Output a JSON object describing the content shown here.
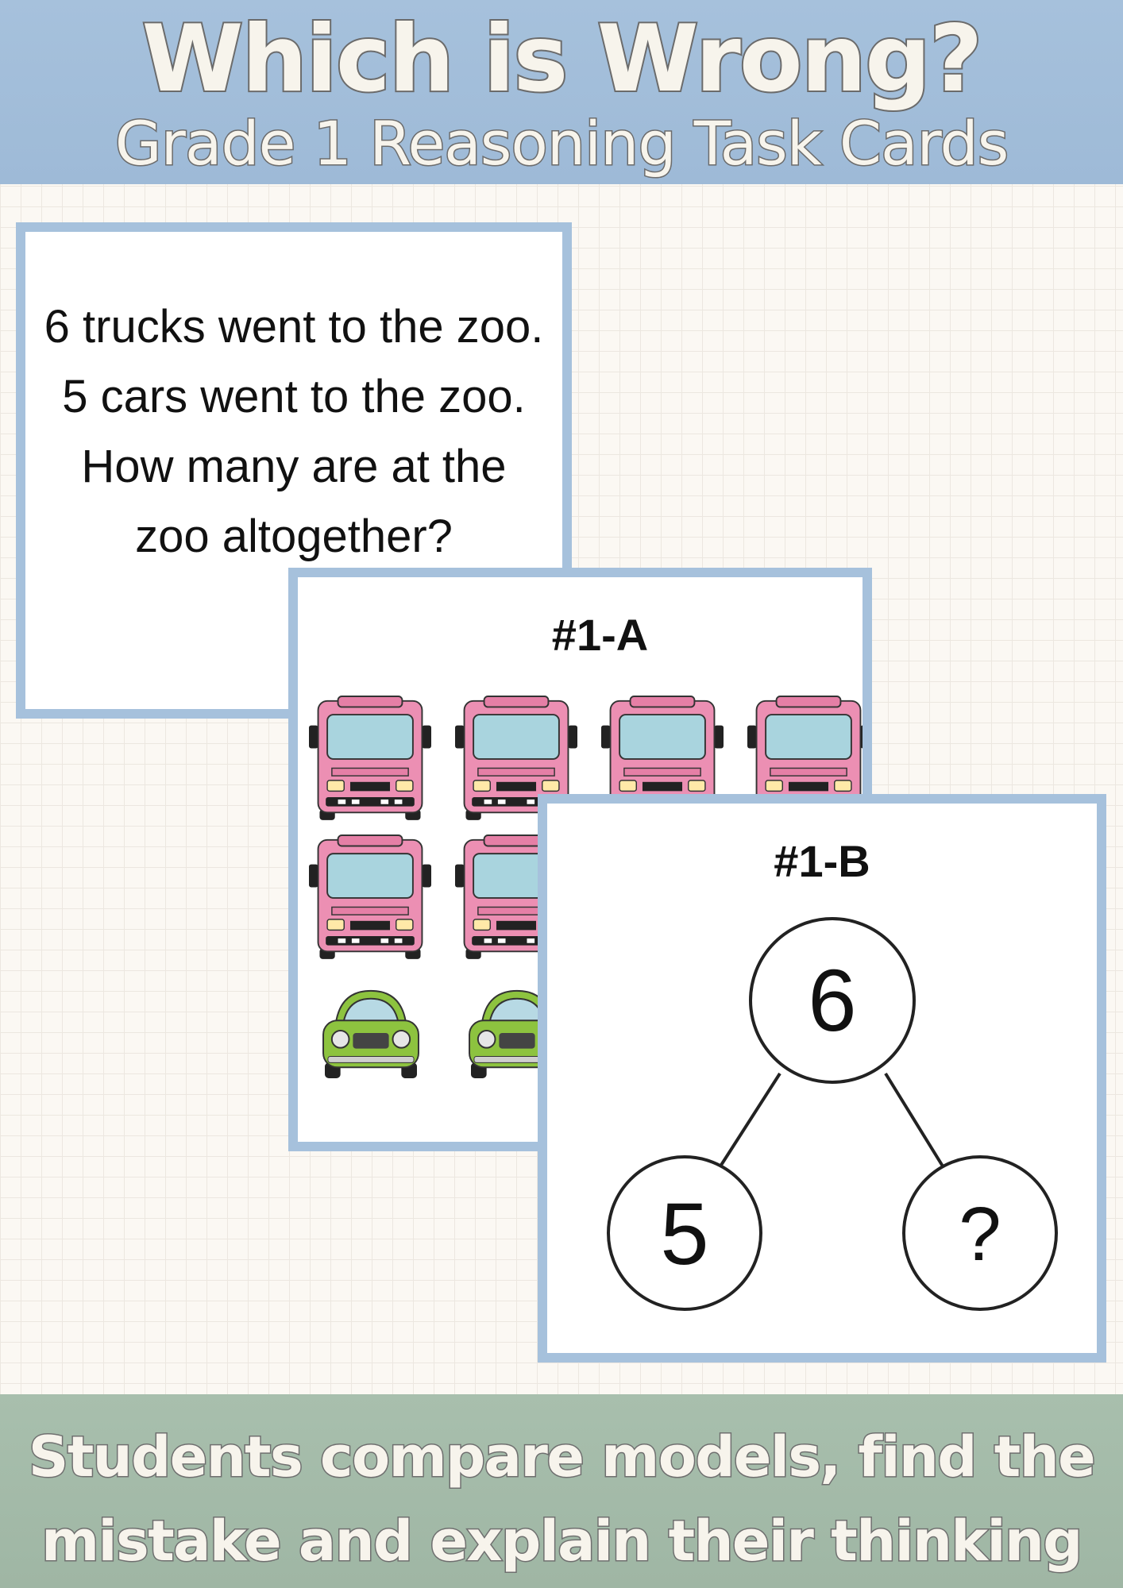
{
  "header": {
    "title": "Which is Wrong?",
    "subtitle": "Grade 1 Reasoning Task Cards",
    "color": "#a6c1dc"
  },
  "card_question": {
    "text": "6 trucks went to the zoo. 5 cars went to the zoo. How many are at the zoo altogether?"
  },
  "card_a": {
    "label": "#1-A",
    "trucks": 6,
    "cars": 2,
    "truck_color": "#ec8fb3",
    "car_color": "#8dc33f"
  },
  "card_b": {
    "label": "#1-B",
    "whole": "6",
    "part_left": "5",
    "part_right": "?"
  },
  "footer": {
    "line1": "Students compare models, find the",
    "line2": "mistake and explain their thinking",
    "color": "#a8bfad"
  }
}
